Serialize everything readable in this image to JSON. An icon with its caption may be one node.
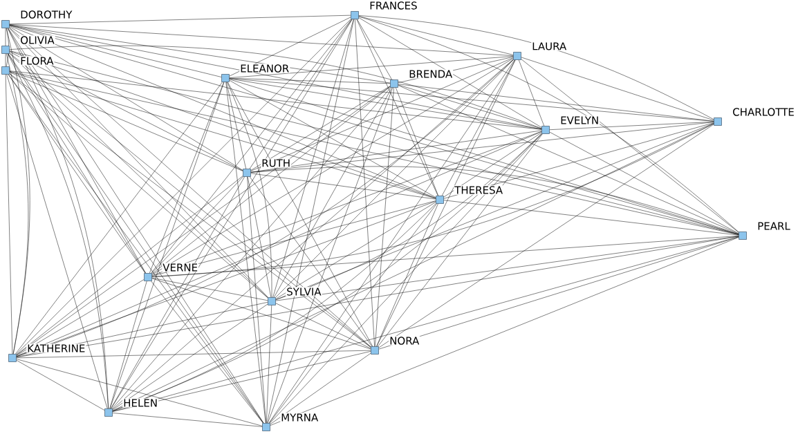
{
  "diagram": {
    "nodes": [
      {
        "text": [],
        "shape": "box",
        "beside": [
          "FRANCES"
        ]
      },
      {
        "text": [],
        "shape": "box",
        "beside": [
          "DOROTHY"
        ]
      },
      {
        "text": [],
        "shape": "box",
        "beside": [
          "OLIVIA"
        ]
      },
      {
        "text": [],
        "shape": "box",
        "beside": [
          "LAURA"
        ]
      },
      {
        "text": [],
        "shape": "box",
        "beside": [
          "FLORA"
        ]
      },
      {
        "text": [],
        "shape": "box",
        "beside": [
          "ELEANOR"
        ]
      },
      {
        "text": [],
        "shape": "box",
        "beside": [
          "BRENDA"
        ]
      },
      {
        "text": [],
        "shape": "box",
        "beside": [
          "CHARLOTTE"
        ]
      },
      {
        "text": [],
        "shape": "box",
        "beside": [
          "EVELYN"
        ]
      },
      {
        "text": [],
        "shape": "box",
        "beside": [
          "RUTH"
        ]
      },
      {
        "text": [],
        "shape": "box",
        "beside": [
          "THERESA"
        ]
      },
      {
        "text": [],
        "shape": "box",
        "beside": [
          "PEARL"
        ]
      },
      {
        "text": [],
        "shape": "box",
        "beside": [
          "VERNE"
        ]
      },
      {
        "text": [],
        "shape": "box",
        "beside": [
          "SYLVIA"
        ]
      },
      {
        "text": [],
        "shape": "box",
        "beside": [
          "NORA"
        ]
      },
      {
        "text": [],
        "shape": "box",
        "beside": [
          "KATHERINE"
        ]
      },
      {
        "text": [],
        "shape": "box",
        "beside": [
          "HELEN"
        ]
      },
      {
        "text": [],
        "shape": "box",
        "beside": [
          "MYRNA"
        ]
      }
    ],
    "edges": [
      {
        "from": 0,
        "to": 1,
        "arrow": "none"
      },
      {
        "from": 0,
        "to": 3,
        "arrow": "none"
      },
      {
        "from": 0,
        "to": 5,
        "arrow": "none"
      },
      {
        "from": 0,
        "to": 6,
        "arrow": "none"
      },
      {
        "from": 0,
        "to": 7,
        "arrow": "none"
      },
      {
        "from": 0,
        "to": 8,
        "arrow": "none"
      },
      {
        "from": 0,
        "to": 9,
        "arrow": "none"
      },
      {
        "from": 0,
        "to": 10,
        "arrow": "none"
      },
      {
        "from": 0,
        "to": 11,
        "arrow": "none"
      },
      {
        "from": 0,
        "to": 12,
        "arrow": "none"
      },
      {
        "from": 0,
        "to": 13,
        "arrow": "none"
      },
      {
        "from": 0,
        "to": 14,
        "arrow": "none"
      },
      {
        "from": 0,
        "to": 15,
        "arrow": "none"
      },
      {
        "from": 0,
        "to": 16,
        "arrow": "none"
      },
      {
        "from": 0,
        "to": 17,
        "arrow": "none"
      },
      {
        "from": 1,
        "to": 2,
        "arrow": "none"
      },
      {
        "from": 1,
        "to": 3,
        "arrow": "none"
      },
      {
        "from": 1,
        "to": 4,
        "arrow": "none"
      },
      {
        "from": 1,
        "to": 5,
        "arrow": "none"
      },
      {
        "from": 1,
        "to": 6,
        "arrow": "none"
      },
      {
        "from": 1,
        "to": 8,
        "arrow": "none"
      },
      {
        "from": 1,
        "to": 9,
        "arrow": "none"
      },
      {
        "from": 1,
        "to": 10,
        "arrow": "none"
      },
      {
        "from": 1,
        "to": 11,
        "arrow": "none"
      },
      {
        "from": 1,
        "to": 12,
        "arrow": "none"
      },
      {
        "from": 1,
        "to": 13,
        "arrow": "none"
      },
      {
        "from": 1,
        "to": 14,
        "arrow": "none"
      },
      {
        "from": 1,
        "to": 15,
        "arrow": "none"
      },
      {
        "from": 1,
        "to": 16,
        "arrow": "none"
      },
      {
        "from": 1,
        "to": 17,
        "arrow": "none"
      },
      {
        "from": 2,
        "to": 4,
        "arrow": "none"
      },
      {
        "from": 2,
        "to": 8,
        "arrow": "none"
      },
      {
        "from": 2,
        "to": 9,
        "arrow": "none"
      },
      {
        "from": 2,
        "to": 10,
        "arrow": "none"
      },
      {
        "from": 2,
        "to": 11,
        "arrow": "none"
      },
      {
        "from": 2,
        "to": 12,
        "arrow": "none"
      },
      {
        "from": 2,
        "to": 13,
        "arrow": "none"
      },
      {
        "from": 2,
        "to": 14,
        "arrow": "none"
      },
      {
        "from": 2,
        "to": 15,
        "arrow": "none"
      },
      {
        "from": 2,
        "to": 16,
        "arrow": "none"
      },
      {
        "from": 2,
        "to": 17,
        "arrow": "none"
      },
      {
        "from": 3,
        "to": 5,
        "arrow": "none"
      },
      {
        "from": 3,
        "to": 6,
        "arrow": "none"
      },
      {
        "from": 3,
        "to": 7,
        "arrow": "none"
      },
      {
        "from": 3,
        "to": 8,
        "arrow": "none"
      },
      {
        "from": 3,
        "to": 9,
        "arrow": "none"
      },
      {
        "from": 3,
        "to": 10,
        "arrow": "none"
      },
      {
        "from": 3,
        "to": 11,
        "arrow": "none"
      },
      {
        "from": 3,
        "to": 12,
        "arrow": "none"
      },
      {
        "from": 3,
        "to": 13,
        "arrow": "none"
      },
      {
        "from": 3,
        "to": 14,
        "arrow": "none"
      },
      {
        "from": 3,
        "to": 15,
        "arrow": "none"
      },
      {
        "from": 3,
        "to": 16,
        "arrow": "none"
      },
      {
        "from": 3,
        "to": 17,
        "arrow": "none"
      },
      {
        "from": 4,
        "to": 8,
        "arrow": "none"
      },
      {
        "from": 4,
        "to": 9,
        "arrow": "none"
      },
      {
        "from": 4,
        "to": 10,
        "arrow": "none"
      },
      {
        "from": 4,
        "to": 11,
        "arrow": "none"
      },
      {
        "from": 4,
        "to": 12,
        "arrow": "none"
      },
      {
        "from": 4,
        "to": 13,
        "arrow": "none"
      },
      {
        "from": 4,
        "to": 14,
        "arrow": "none"
      },
      {
        "from": 4,
        "to": 15,
        "arrow": "none"
      },
      {
        "from": 4,
        "to": 16,
        "arrow": "none"
      },
      {
        "from": 4,
        "to": 17,
        "arrow": "none"
      },
      {
        "from": 5,
        "to": 6,
        "arrow": "none"
      },
      {
        "from": 5,
        "to": 7,
        "arrow": "none"
      },
      {
        "from": 5,
        "to": 8,
        "arrow": "none"
      },
      {
        "from": 5,
        "to": 9,
        "arrow": "none"
      },
      {
        "from": 5,
        "to": 10,
        "arrow": "none"
      },
      {
        "from": 5,
        "to": 11,
        "arrow": "none"
      },
      {
        "from": 5,
        "to": 12,
        "arrow": "none"
      },
      {
        "from": 5,
        "to": 13,
        "arrow": "none"
      },
      {
        "from": 5,
        "to": 14,
        "arrow": "none"
      },
      {
        "from": 5,
        "to": 15,
        "arrow": "none"
      },
      {
        "from": 5,
        "to": 16,
        "arrow": "none"
      },
      {
        "from": 5,
        "to": 17,
        "arrow": "none"
      },
      {
        "from": 6,
        "to": 7,
        "arrow": "none"
      },
      {
        "from": 6,
        "to": 8,
        "arrow": "none"
      },
      {
        "from": 6,
        "to": 9,
        "arrow": "none"
      },
      {
        "from": 6,
        "to": 10,
        "arrow": "none"
      },
      {
        "from": 6,
        "to": 11,
        "arrow": "none"
      },
      {
        "from": 6,
        "to": 12,
        "arrow": "none"
      },
      {
        "from": 6,
        "to": 13,
        "arrow": "none"
      },
      {
        "from": 6,
        "to": 14,
        "arrow": "none"
      },
      {
        "from": 6,
        "to": 15,
        "arrow": "none"
      },
      {
        "from": 6,
        "to": 16,
        "arrow": "none"
      },
      {
        "from": 6,
        "to": 17,
        "arrow": "none"
      },
      {
        "from": 7,
        "to": 8,
        "arrow": "none"
      },
      {
        "from": 7,
        "to": 9,
        "arrow": "none"
      },
      {
        "from": 7,
        "to": 10,
        "arrow": "none"
      },
      {
        "from": 7,
        "to": 12,
        "arrow": "none"
      },
      {
        "from": 7,
        "to": 13,
        "arrow": "none"
      },
      {
        "from": 7,
        "to": 14,
        "arrow": "none"
      },
      {
        "from": 7,
        "to": 16,
        "arrow": "none"
      },
      {
        "from": 8,
        "to": 9,
        "arrow": "none"
      },
      {
        "from": 8,
        "to": 10,
        "arrow": "none"
      },
      {
        "from": 8,
        "to": 11,
        "arrow": "none"
      },
      {
        "from": 8,
        "to": 12,
        "arrow": "none"
      },
      {
        "from": 8,
        "to": 13,
        "arrow": "none"
      },
      {
        "from": 8,
        "to": 14,
        "arrow": "none"
      },
      {
        "from": 8,
        "to": 15,
        "arrow": "none"
      },
      {
        "from": 8,
        "to": 16,
        "arrow": "none"
      },
      {
        "from": 8,
        "to": 17,
        "arrow": "none"
      },
      {
        "from": 9,
        "to": 10,
        "arrow": "none"
      },
      {
        "from": 9,
        "to": 11,
        "arrow": "none"
      },
      {
        "from": 9,
        "to": 12,
        "arrow": "none"
      },
      {
        "from": 9,
        "to": 13,
        "arrow": "none"
      },
      {
        "from": 9,
        "to": 14,
        "arrow": "none"
      },
      {
        "from": 9,
        "to": 15,
        "arrow": "none"
      },
      {
        "from": 9,
        "to": 16,
        "arrow": "none"
      },
      {
        "from": 9,
        "to": 17,
        "arrow": "none"
      },
      {
        "from": 10,
        "to": 11,
        "arrow": "none"
      },
      {
        "from": 10,
        "to": 12,
        "arrow": "none"
      },
      {
        "from": 10,
        "to": 13,
        "arrow": "none"
      },
      {
        "from": 10,
        "to": 14,
        "arrow": "none"
      },
      {
        "from": 10,
        "to": 15,
        "arrow": "none"
      },
      {
        "from": 10,
        "to": 16,
        "arrow": "none"
      },
      {
        "from": 10,
        "to": 17,
        "arrow": "none"
      },
      {
        "from": 11,
        "to": 12,
        "arrow": "none"
      },
      {
        "from": 11,
        "to": 13,
        "arrow": "none"
      },
      {
        "from": 11,
        "to": 14,
        "arrow": "none"
      },
      {
        "from": 11,
        "to": 15,
        "arrow": "none"
      },
      {
        "from": 11,
        "to": 16,
        "arrow": "none"
      },
      {
        "from": 11,
        "to": 17,
        "arrow": "none"
      },
      {
        "from": 12,
        "to": 13,
        "arrow": "none"
      },
      {
        "from": 12,
        "to": 14,
        "arrow": "none"
      },
      {
        "from": 12,
        "to": 15,
        "arrow": "none"
      },
      {
        "from": 12,
        "to": 16,
        "arrow": "none"
      },
      {
        "from": 12,
        "to": 17,
        "arrow": "none"
      },
      {
        "from": 13,
        "to": 14,
        "arrow": "none"
      },
      {
        "from": 13,
        "to": 15,
        "arrow": "none"
      },
      {
        "from": 13,
        "to": 16,
        "arrow": "none"
      },
      {
        "from": 13,
        "to": 17,
        "arrow": "none"
      },
      {
        "from": 14,
        "to": 15,
        "arrow": "none"
      },
      {
        "from": 14,
        "to": 16,
        "arrow": "none"
      },
      {
        "from": 14,
        "to": 17,
        "arrow": "none"
      },
      {
        "from": 15,
        "to": 16,
        "arrow": "none"
      },
      {
        "from": 15,
        "to": 17,
        "arrow": "none"
      },
      {
        "from": 16,
        "to": 17,
        "arrow": "none"
      }
    ]
  }
}
